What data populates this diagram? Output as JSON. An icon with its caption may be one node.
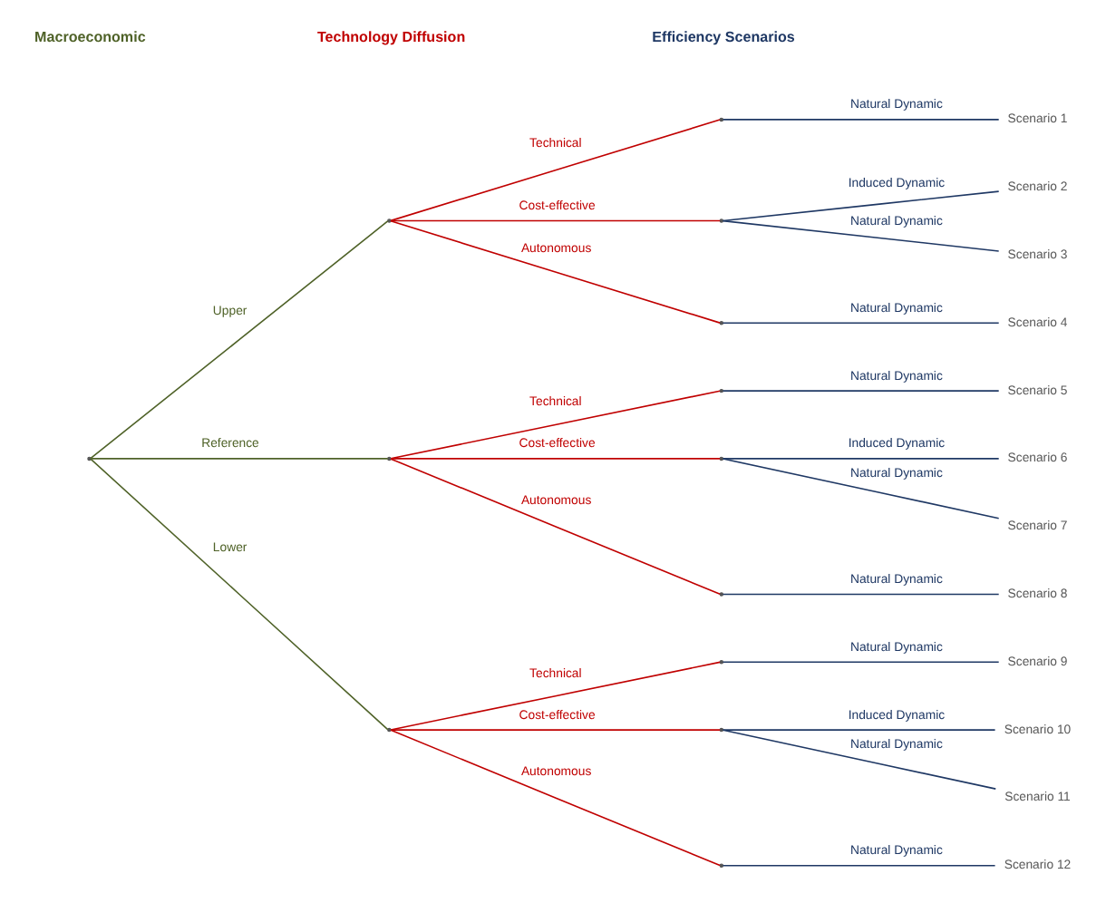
{
  "diagram": {
    "nodes": [
      {
        "text": [],
        "shape": "point"
      },
      {
        "text": [],
        "shape": "point"
      },
      {
        "text": [],
        "shape": "point"
      },
      {
        "text": [],
        "shape": "point"
      },
      {
        "text": [],
        "shape": "point"
      },
      {
        "text": [],
        "shape": "point"
      },
      {
        "text": [],
        "shape": "point"
      },
      {
        "text": [],
        "shape": "point"
      },
      {
        "text": [],
        "shape": "point"
      },
      {
        "text": [],
        "shape": "point"
      },
      {
        "text": [],
        "shape": "point"
      },
      {
        "text": [],
        "shape": "point"
      },
      {
        "text": [],
        "shape": "point"
      },
      {
        "text": [
          "Scenario 1"
        ]
      },
      {
        "text": [
          "Scenario 2"
        ]
      },
      {
        "text": [
          "Scenario 3"
        ]
      },
      {
        "text": [
          "Scenario 4"
        ]
      },
      {
        "text": [
          "Scenario 5"
        ]
      },
      {
        "text": [
          "Scenario 6"
        ]
      },
      {
        "text": [
          "Scenario 7"
        ]
      },
      {
        "text": [
          "Scenario 8"
        ]
      },
      {
        "text": [
          "Scenario 9"
        ]
      },
      {
        "text": [
          "Scenario 10"
        ]
      },
      {
        "text": [
          "Scenario 11"
        ]
      },
      {
        "text": [
          "Scenario 12"
        ]
      }
    ],
    "edges": [
      {
        "from": 0,
        "to": 1,
        "arrow": "none",
        "label": "Upper",
        "color": "#4f6228"
      },
      {
        "from": 0,
        "to": 2,
        "arrow": "none",
        "label": "Reference",
        "color": "#4f6228"
      },
      {
        "from": 0,
        "to": 3,
        "arrow": "none",
        "label": "Lower",
        "color": "#4f6228"
      },
      {
        "from": 1,
        "to": 4,
        "arrow": "none",
        "label": "Technical",
        "color": "#c00000"
      },
      {
        "from": 1,
        "to": 5,
        "arrow": "none",
        "label": "Cost-effective",
        "color": "#c00000"
      },
      {
        "from": 1,
        "to": 6,
        "arrow": "none",
        "label": "Autonomous",
        "color": "#c00000"
      },
      {
        "from": 2,
        "to": 7,
        "arrow": "none",
        "label": "Technical",
        "color": "#c00000"
      },
      {
        "from": 2,
        "to": 8,
        "arrow": "none",
        "label": "Cost-effective",
        "color": "#c00000"
      },
      {
        "from": 2,
        "to": 9,
        "arrow": "none",
        "label": "Autonomous",
        "color": "#c00000"
      },
      {
        "from": 3,
        "to": 10,
        "arrow": "none",
        "label": "Technical",
        "color": "#c00000"
      },
      {
        "from": 3,
        "to": 11,
        "arrow": "none",
        "label": "Cost-effective",
        "color": "#c00000"
      },
      {
        "from": 3,
        "to": 12,
        "arrow": "none",
        "label": "Autonomous",
        "color": "#c00000"
      },
      {
        "from": 4,
        "to": 13,
        "arrow": "none",
        "label": "Natural Dynamic"
      },
      {
        "from": 5,
        "to": 14,
        "arrow": "none",
        "label": "Induced Dynamic"
      },
      {
        "from": 5,
        "to": 15,
        "arrow": "none",
        "label": "Natural Dynamic"
      },
      {
        "from": 6,
        "to": 16,
        "arrow": "none",
        "label": "Natural Dynamic"
      },
      {
        "from": 7,
        "to": 17,
        "arrow": "none",
        "label": "Natural Dynamic"
      },
      {
        "from": 8,
        "to": 18,
        "arrow": "none",
        "label": "Induced Dynamic"
      },
      {
        "from": 8,
        "to": 19,
        "arrow": "none",
        "label": "Natural Dynamic"
      },
      {
        "from": 9,
        "to": 20,
        "arrow": "none",
        "label": "Natural Dynamic"
      },
      {
        "from": 10,
        "to": 21,
        "arrow": "none",
        "label": "Natural Dynamic"
      },
      {
        "from": 11,
        "to": 22,
        "arrow": "none",
        "label": "Induced Dynamic"
      },
      {
        "from": 11,
        "to": 23,
        "arrow": "none",
        "label": "Natural Dynamic"
      },
      {
        "from": 12,
        "to": 24,
        "arrow": "none",
        "label": "Natural Dynamic"
      }
    ],
    "labels": [
      "Macroeconomic",
      "Technology Diffusion",
      "Efficiency Scenarios"
    ]
  }
}
